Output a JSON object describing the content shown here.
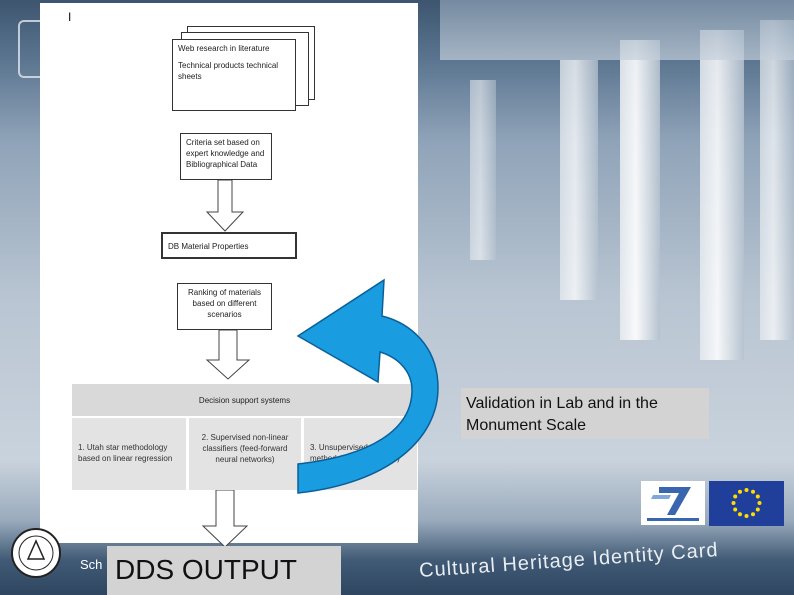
{
  "flowchart": {
    "top_mark": "I",
    "doc_line1": "Web research in literature",
    "doc_line2": "Technical products technical sheets",
    "criteria": "Criteria set based on expert knowledge and Bibliographical Data",
    "db": "DB Material Properties",
    "ranking": "Ranking of materials based on different scenarios",
    "dss_title": "Decision support systems",
    "method1": "1. Utah star methodology based on linear regression",
    "method2": "2. Supervised non-linear classifiers (feed-forward neural networks)",
    "method3": "3. Unsupervised clustering methodologies (k means)"
  },
  "callouts": {
    "validation": "Validation in Lab and in the Monument Scale",
    "dds_output": "DDS OUTPUT"
  },
  "footer": {
    "sch": "Sch",
    "tagline": "Cultural Heritage Identity Card"
  },
  "colors": {
    "loop_arrow": "#1a9ce0",
    "eu_blue": "#1f3f9a",
    "eu_star": "#ffdd00",
    "fp7_blue": "#3a66b0"
  },
  "icons": {
    "loop_arrow": "curved-arrow-icon",
    "eu_flag": "eu-flag-icon",
    "fp7": "fp7-logo-icon"
  }
}
